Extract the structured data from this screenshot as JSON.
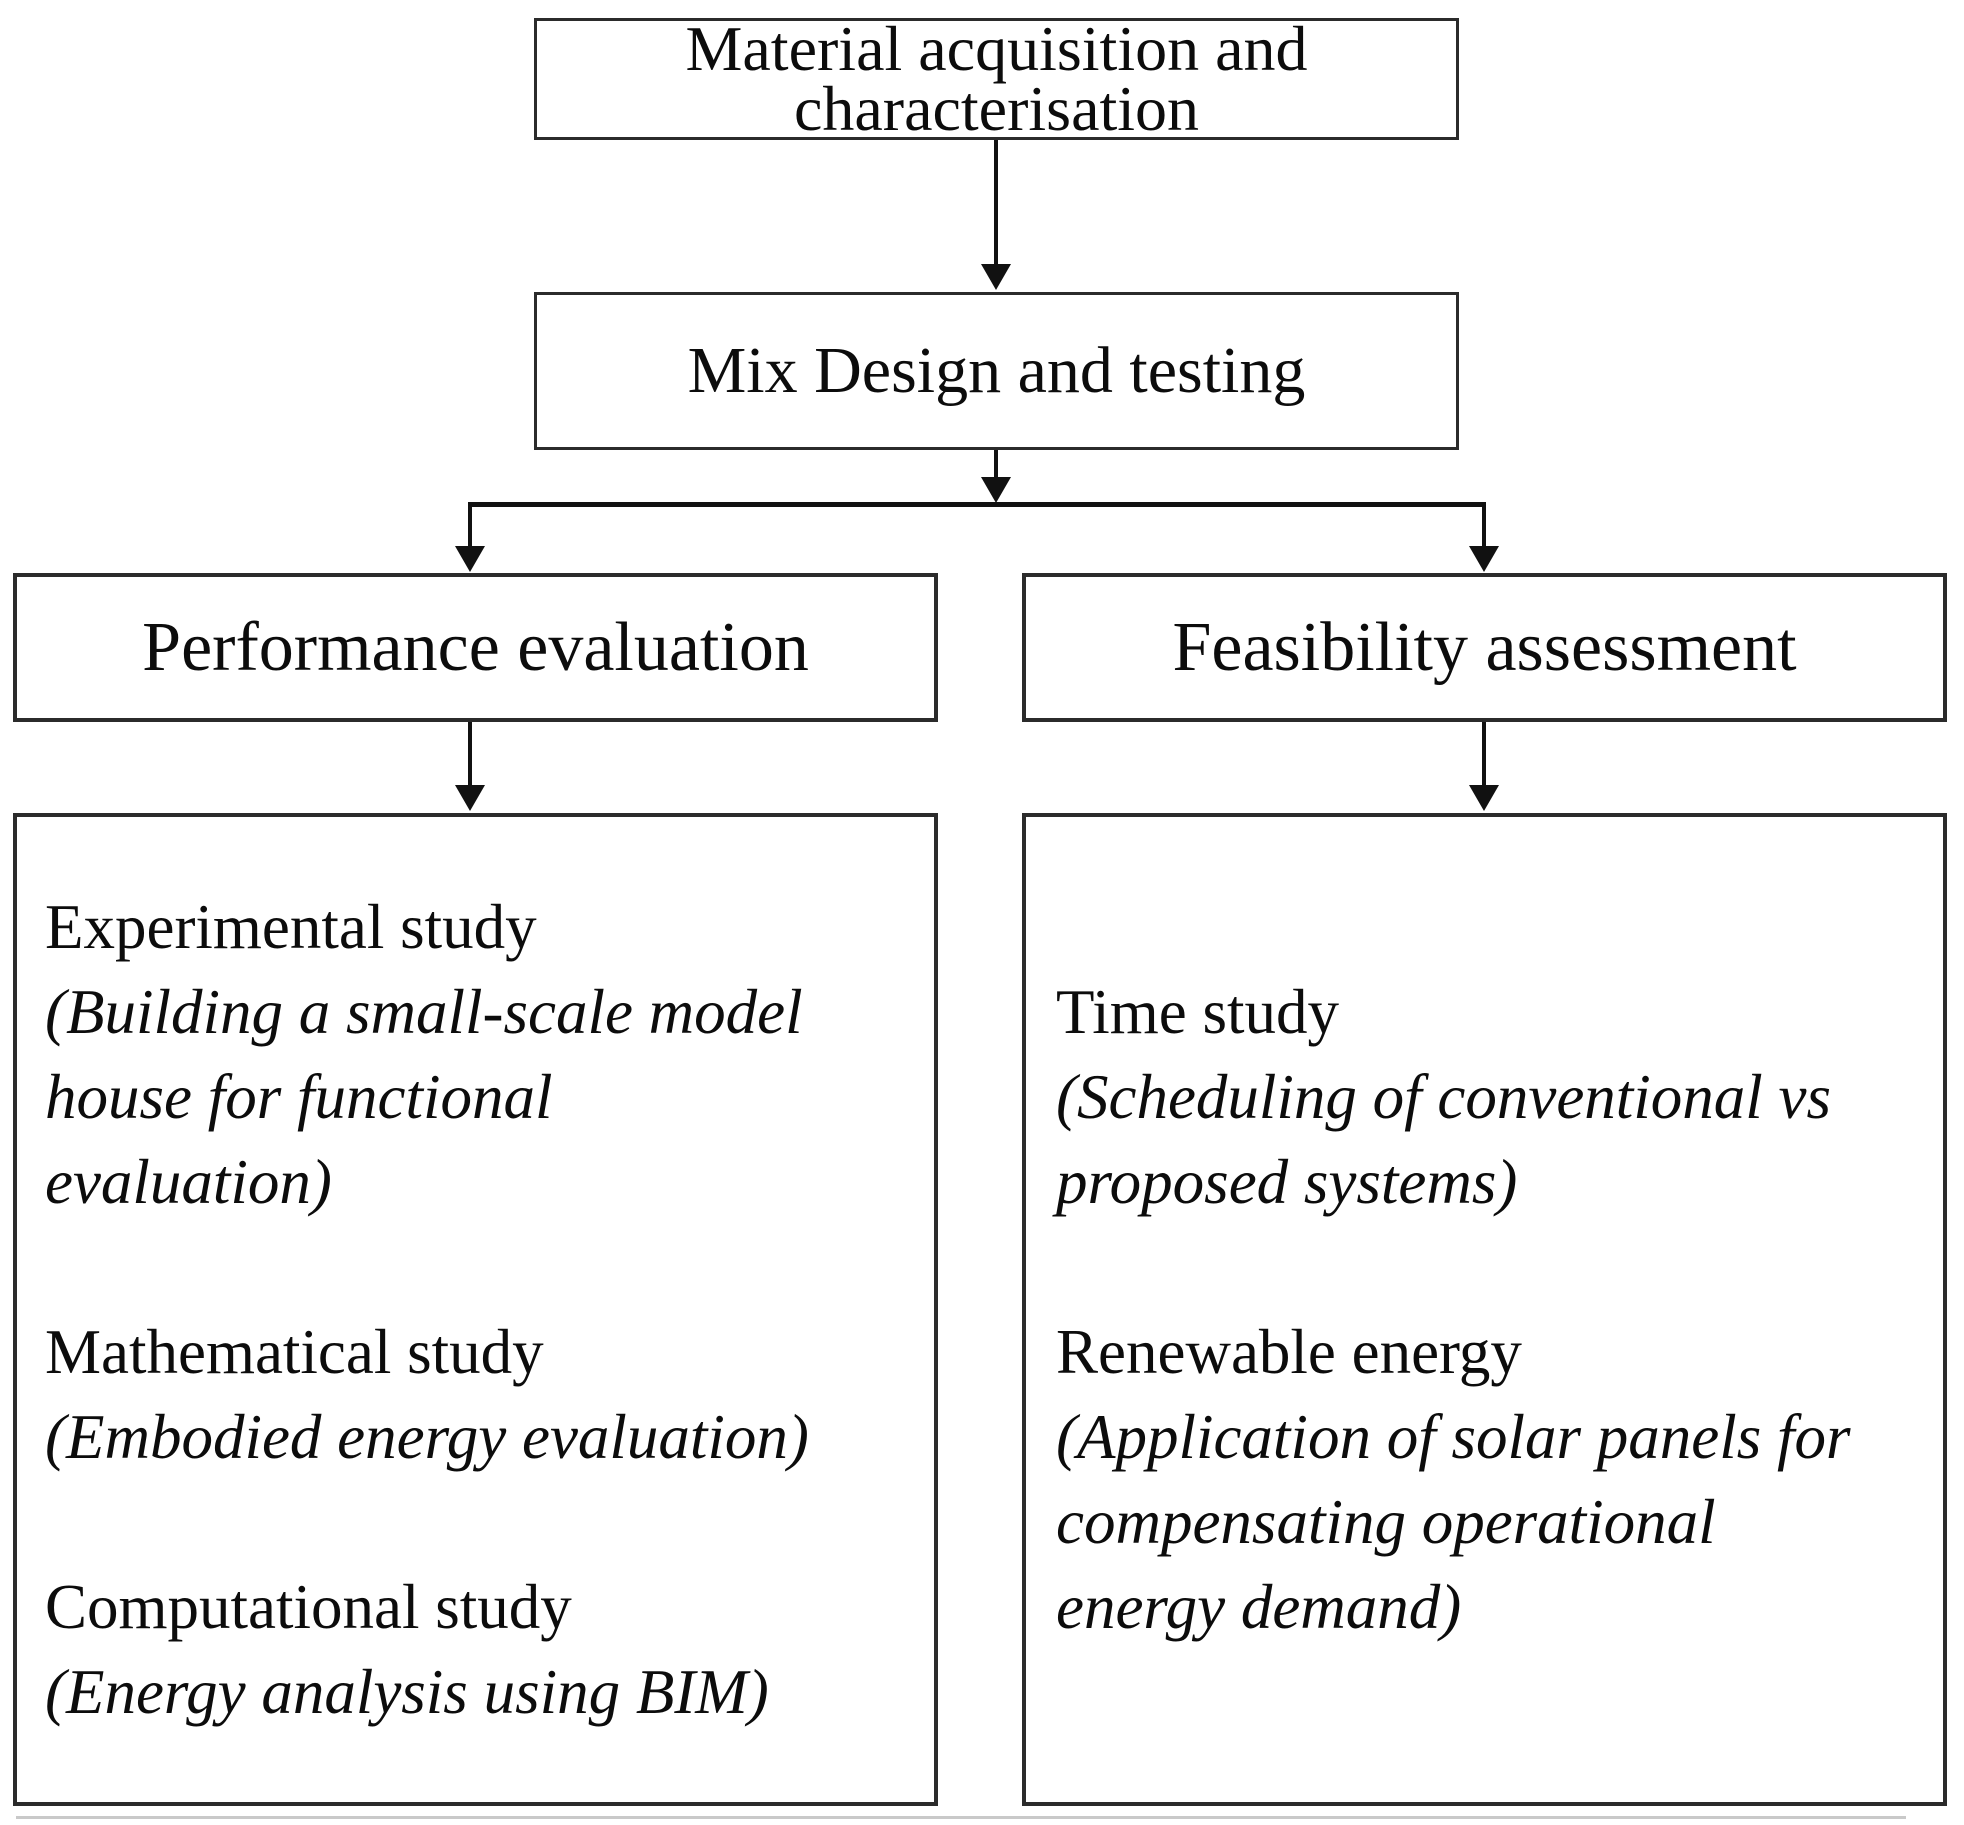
{
  "figure": {
    "type": "flowchart",
    "top_box": {
      "line1": "Material acquisition and",
      "line2": "characterisation"
    },
    "mix_box": {
      "label": "Mix Design and testing"
    },
    "branches": {
      "left": {
        "label": "Performance evaluation",
        "items": [
          {
            "title": "Experimental study",
            "lines": [
              "(Building a small-scale model",
              "house for functional",
              "evaluation)"
            ]
          },
          {
            "title": "Mathematical study",
            "lines": [
              "(Embodied energy evaluation)"
            ]
          },
          {
            "title": "Computational study",
            "lines": [
              "(Energy analysis using BIM)"
            ]
          }
        ]
      },
      "right": {
        "label": "Feasibility assessment",
        "items": [
          {
            "title": "Time study",
            "lines": [
              "(Scheduling of conventional vs",
              "proposed systems)"
            ]
          },
          {
            "title": "Renewable energy",
            "lines": [
              "(Application of solar panels for",
              "compensating operational",
              "energy demand)"
            ]
          }
        ]
      }
    },
    "colors": {
      "background": "#ffffff",
      "box_border": "#2b2b2b",
      "text": "#0c0c0c",
      "arrow": "#111111",
      "bottom_hairline": "#c9c9c9"
    }
  }
}
